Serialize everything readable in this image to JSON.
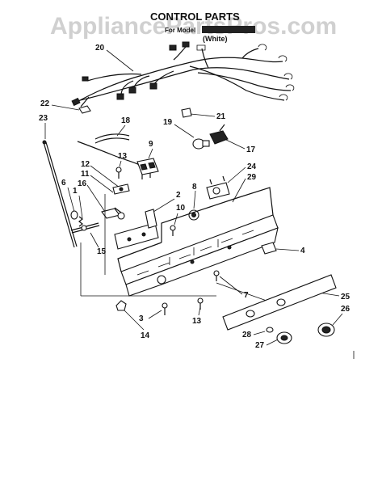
{
  "watermark": "AppliancePartsPros.com",
  "header": {
    "title": "CONTROL PARTS",
    "model_prefix": "For Model",
    "color": "(White)"
  },
  "callouts": [
    {
      "id": "c20",
      "text": "20"
    },
    {
      "id": "c22",
      "text": "22"
    },
    {
      "id": "c23",
      "text": "23"
    },
    {
      "id": "c18",
      "text": "18"
    },
    {
      "id": "c21",
      "text": "21"
    },
    {
      "id": "c19",
      "text": "19"
    },
    {
      "id": "c17",
      "text": "17"
    },
    {
      "id": "c9",
      "text": "9"
    },
    {
      "id": "c13a",
      "text": "13"
    },
    {
      "id": "c12",
      "text": "12"
    },
    {
      "id": "c11",
      "text": "11"
    },
    {
      "id": "c16",
      "text": "16"
    },
    {
      "id": "c6",
      "text": "6"
    },
    {
      "id": "c1",
      "text": "1"
    },
    {
      "id": "c24",
      "text": "24"
    },
    {
      "id": "c29",
      "text": "29"
    },
    {
      "id": "c8",
      "text": "8"
    },
    {
      "id": "c2",
      "text": "2"
    },
    {
      "id": "c10",
      "text": "10"
    },
    {
      "id": "c15",
      "text": "15"
    },
    {
      "id": "c4",
      "text": "4"
    },
    {
      "id": "c7",
      "text": "7"
    },
    {
      "id": "c25",
      "text": "25"
    },
    {
      "id": "c3",
      "text": "3"
    },
    {
      "id": "c13b",
      "text": "13"
    },
    {
      "id": "c26",
      "text": "26"
    },
    {
      "id": "c14",
      "text": "14"
    },
    {
      "id": "c28",
      "text": "28"
    },
    {
      "id": "c27",
      "text": "27"
    }
  ]
}
